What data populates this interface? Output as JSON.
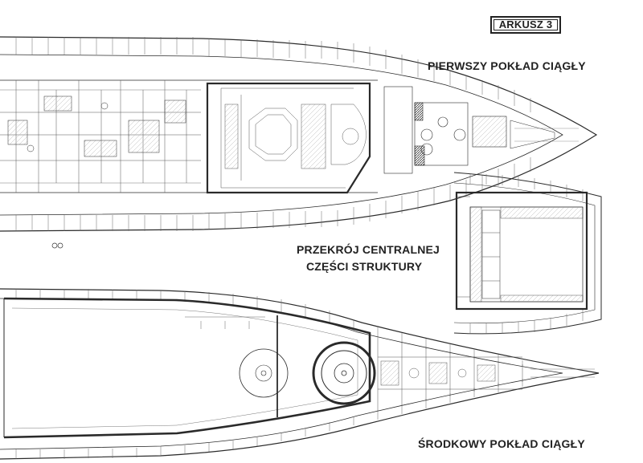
{
  "sheet_label": "ARKUSZ 3",
  "deck_upper": {
    "title": "PIERWSZY POKŁAD CIĄGŁY"
  },
  "section": {
    "title_line1": "PRZEKRÓJ CENTRALNEJ",
    "title_line2": "CZĘŚCI STRUKTURY"
  },
  "deck_lower": {
    "title": "ŚRODKOWY POKŁAD CIĄGŁY"
  },
  "colors": {
    "line": "#2a2a2a",
    "paper": "#ffffff",
    "hatch": "#555555"
  }
}
